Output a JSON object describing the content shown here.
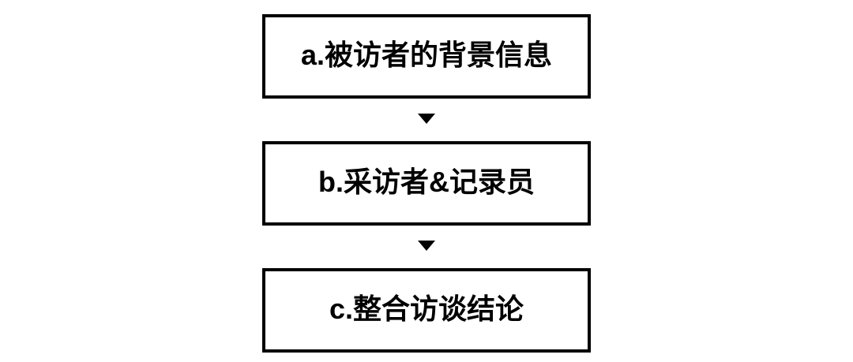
{
  "diagram": {
    "title": "",
    "type": "vertical-flowchart",
    "background_color": "#ffffff",
    "box_border_color": "#000000",
    "text_color": "#000000",
    "steps": [
      {
        "id": "a",
        "label": "a.被访者的背景信息"
      },
      {
        "id": "b",
        "label": "b.采访者&记录员"
      },
      {
        "id": "c",
        "label": "c.整合访谈结论"
      }
    ],
    "connectors": [
      {
        "from": "a",
        "to": "b",
        "icon": "triangle-down-icon",
        "direction": "down"
      },
      {
        "from": "b",
        "to": "c",
        "icon": "triangle-down-icon",
        "direction": "down"
      }
    ]
  }
}
